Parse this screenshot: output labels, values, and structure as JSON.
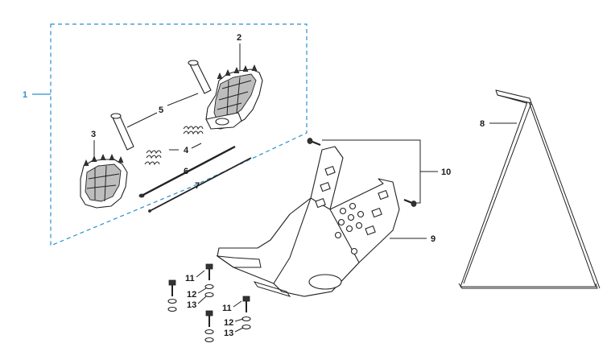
{
  "callouts": {
    "c1": "1",
    "c2": "2",
    "c3": "3",
    "c4": "4",
    "c5": "5",
    "c6": "6",
    "c7": "7",
    "c8": "8",
    "c9": "9",
    "c10": "10",
    "c11a": "11",
    "c12a": "12",
    "c13a": "13",
    "c11b": "11",
    "c12b": "12",
    "c13b": "13"
  },
  "colors": {
    "assembly_box": "#2a8fd0",
    "line": "#222222"
  }
}
